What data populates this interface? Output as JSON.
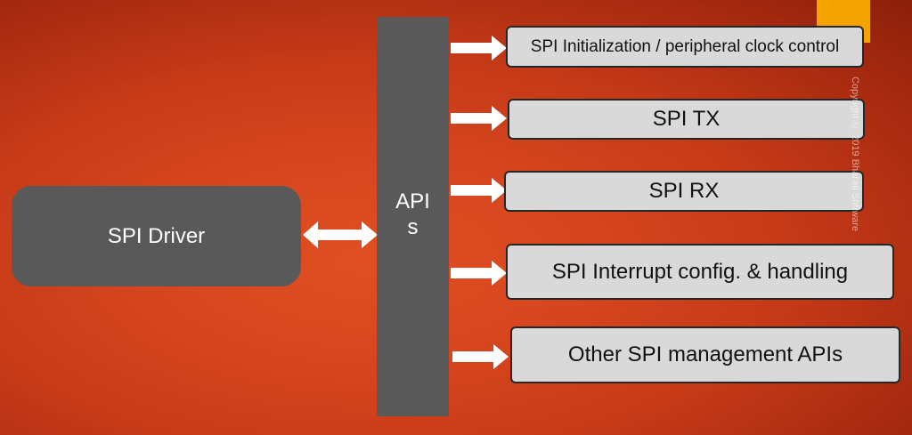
{
  "driver": {
    "label": "SPI Driver"
  },
  "apis": {
    "line1": "API",
    "line2": "s"
  },
  "functions": [
    {
      "label": "SPI Initialization / peripheral clock control"
    },
    {
      "label": "SPI TX"
    },
    {
      "label": "SPI RX"
    },
    {
      "label": "SPI Interrupt config. & handling"
    },
    {
      "label": "Other SPI management APIs"
    }
  ],
  "watermark": {
    "text": "Copyright © 2019 Bharati Software"
  },
  "colors": {
    "background": "#d8471f",
    "box_dark": "#595959",
    "box_light": "#d9d9d9",
    "arrow": "#ffffff",
    "accent": "#f5a300"
  }
}
